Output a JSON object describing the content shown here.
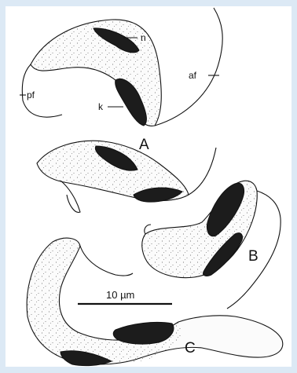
{
  "figure": {
    "labels": {
      "n": "n",
      "k": "k",
      "af": "af",
      "pf": "pf",
      "A": "A",
      "B": "B",
      "C": "C"
    },
    "scale_bar": {
      "text": "10 µm"
    }
  },
  "colors": {
    "background": "#dce9f5",
    "panel": "#ffffff",
    "ink": "#111111"
  }
}
